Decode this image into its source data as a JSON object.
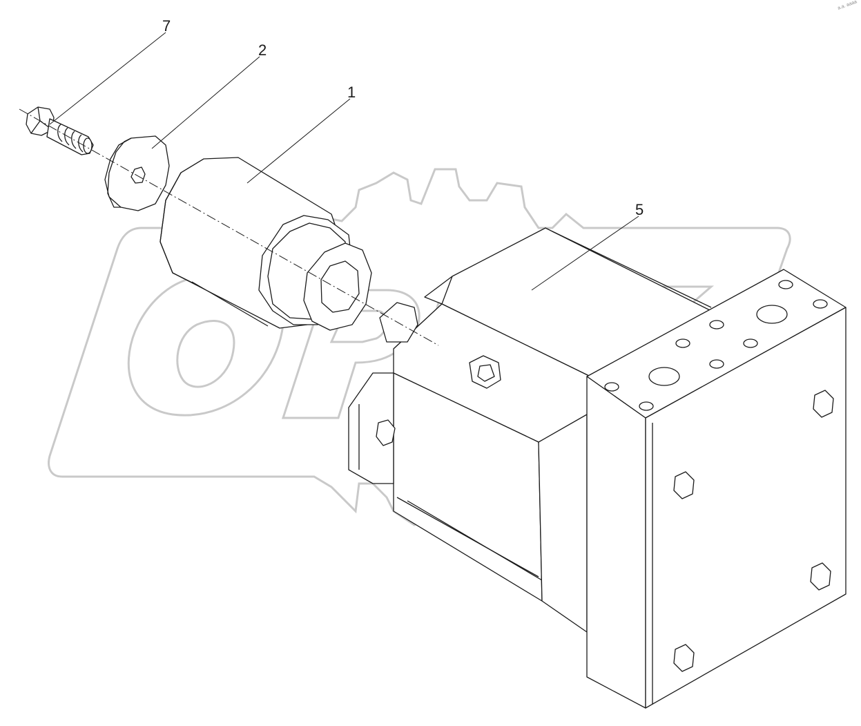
{
  "watermark": {
    "text": "OPEX",
    "logo": "gear-logo"
  },
  "callouts": [
    {
      "id": "7",
      "label": "7"
    },
    {
      "id": "2",
      "label": "2"
    },
    {
      "id": "1",
      "label": "1"
    },
    {
      "id": "5",
      "label": "5"
    }
  ],
  "corner_mark": "a.a. aaaa",
  "colors": {
    "line": "#1a1a1a",
    "watermark": "#c8c8c8",
    "background": "#ffffff"
  }
}
